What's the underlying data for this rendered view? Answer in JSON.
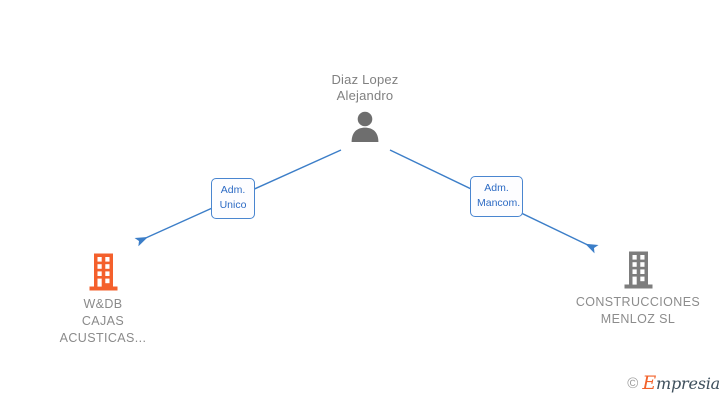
{
  "diagram": {
    "type": "relationship-graph",
    "background": "#ffffff",
    "person": {
      "name": "Diaz Lopez\nAlejandro",
      "icon": "person-icon",
      "icon_color": "#6e6e6e"
    },
    "relations": [
      {
        "label": "Adm.\nUnico",
        "border_color": "#4a86d0",
        "text_color": "#2d6bc4"
      },
      {
        "label": "Adm.\nMancom.",
        "border_color": "#4a86d0",
        "text_color": "#2d6bc4"
      }
    ],
    "companies": [
      {
        "name": "W&DB\nCAJAS\nACUSTICAS...",
        "icon": "building-icon",
        "icon_color": "#f4602c",
        "text_color": "#8a8a8a"
      },
      {
        "name": "CONSTRUCCIONES\nMENLOZ  SL",
        "icon": "building-icon",
        "icon_color": "#7d7d7d",
        "text_color": "#8c8c8c"
      }
    ],
    "edge_color": "#3c7ec8"
  },
  "watermark": {
    "copyright": "©",
    "brand_initial": "E",
    "brand_rest": "mpresia",
    "brand_color": "#f2622a",
    "text_color": "#3d4f5c"
  }
}
